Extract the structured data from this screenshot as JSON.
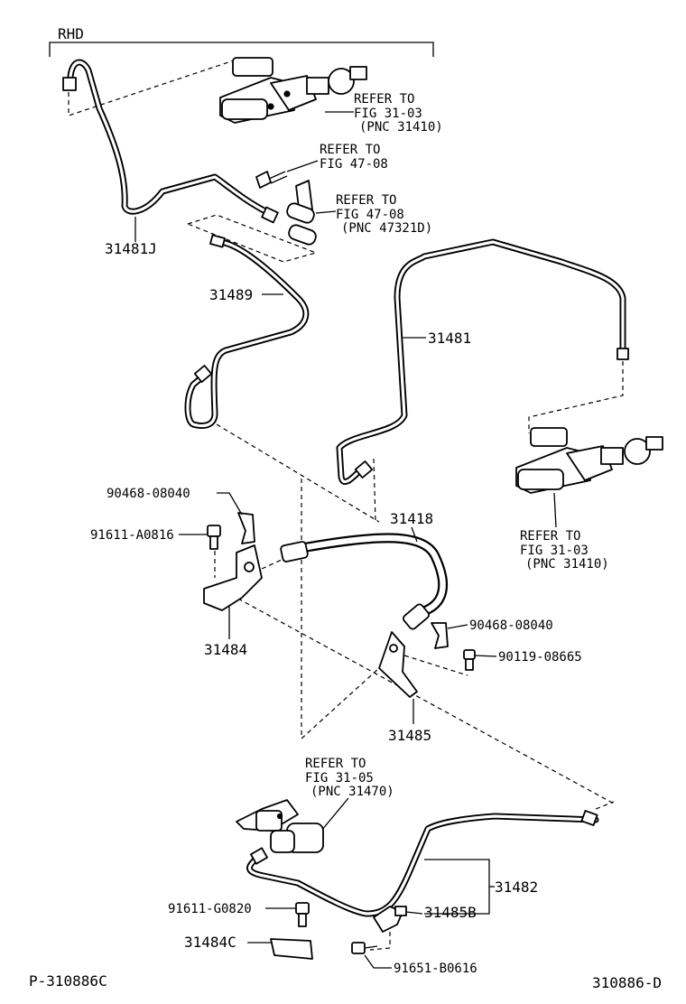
{
  "header": {
    "variant": "RHD"
  },
  "references": {
    "ref_master_top": [
      "REFER TO",
      "FIG 31-03",
      "(PNC 31410)"
    ],
    "ref_bolt": [
      "REFER TO",
      "FIG 47-08"
    ],
    "ref_bracket": [
      "REFER TO",
      "FIG 47-08",
      "(PNC 47321D)"
    ],
    "ref_master_right": [
      "REFER TO",
      "FIG 31-03",
      "(PNC 31410)"
    ],
    "ref_release": [
      "REFER TO",
      "FIG 31-05",
      "(PNC 31470)"
    ]
  },
  "parts": {
    "p31481J": "31481J",
    "p31489": "31489",
    "p31481": "31481",
    "p90468a": "90468-08040",
    "p91611a": "91611-A0816",
    "p31418": "31418",
    "p31484": "31484",
    "p90468b": "90468-08040",
    "p90119": "90119-08665",
    "p31485": "31485",
    "p31482": "31482",
    "p91611g": "91611-G0820",
    "p31485B": "31485B",
    "p31484C": "31484C",
    "p91651": "91651-B0616"
  },
  "footer": {
    "left_code": "P-310886C",
    "right_code": "310886-D"
  }
}
